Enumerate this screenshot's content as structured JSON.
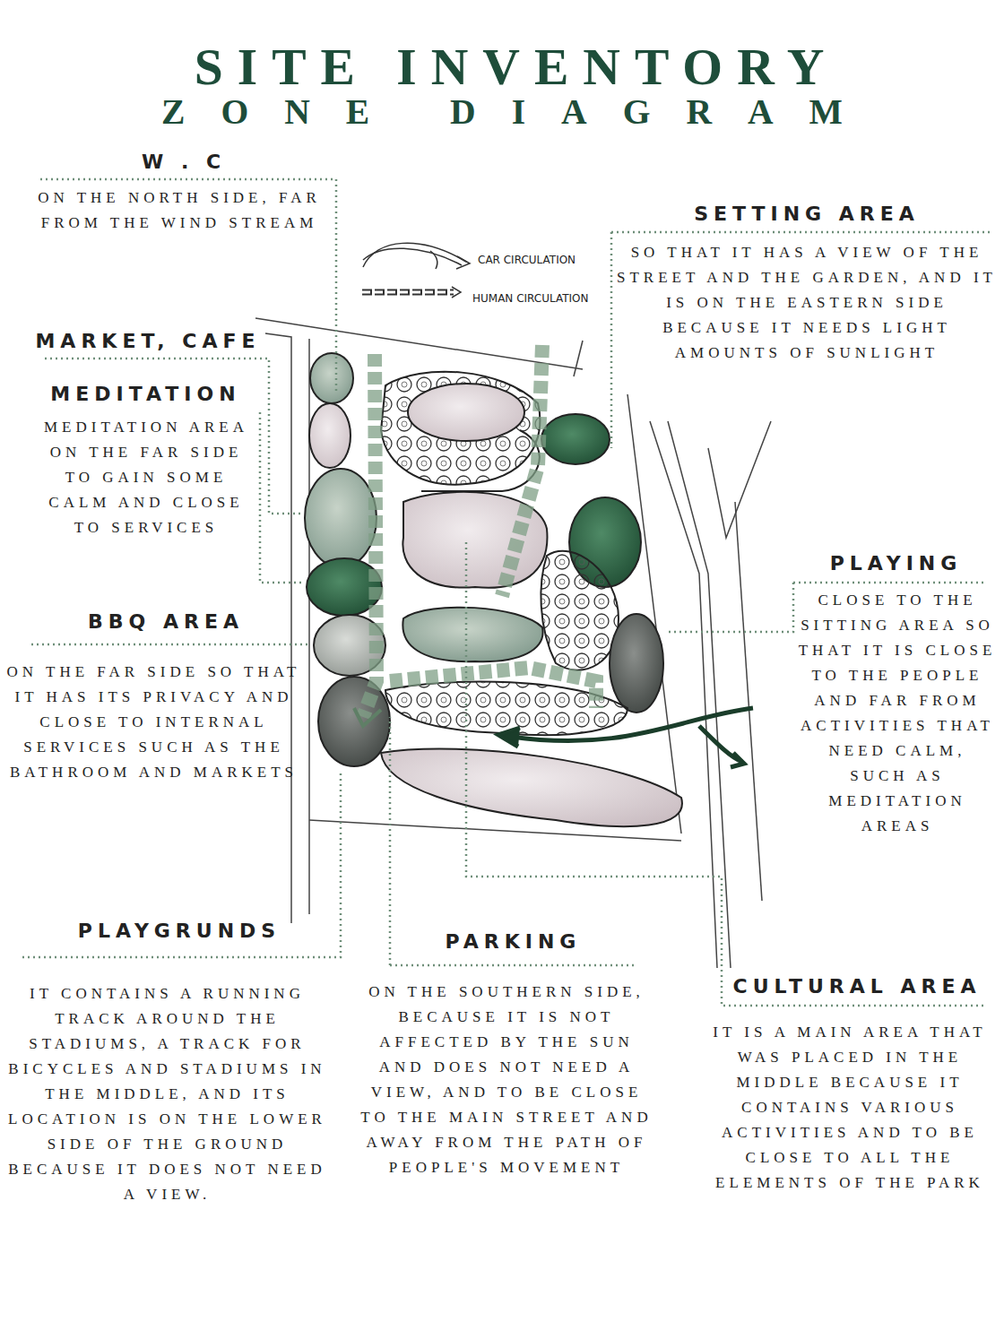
{
  "diagram": {
    "title": "SITE INVENTORY",
    "labels": [
      "ZONE DIAGRAM",
      "W . C",
      "ON THE NORTH SIDE, FAR FROM THE WIND STREAM",
      "SETTING AREA",
      "SO THAT IT HAS A VIEW OF THE STREET AND THE GARDEN, AND IT IS ON THE EASTERN SIDE BECAUSE IT NEEDS LIGHT AMOUNTS OF SUNLIGHT",
      "MARKET, CAFE",
      "MEDITATION",
      "MEDITATION AREA ON THE FAR SIDE TO GAIN SOME CALM AND CLOSE TO SERVICES",
      "BBQ AREA",
      "ON THE FAR SIDE SO THAT IT HAS ITS PRIVACY AND CLOSE TO INTERNAL SERVICES SUCH AS THE BATHROOM AND MARKETS",
      "PLAYING",
      "CLOSE TO THE SITTING AREA SO THAT IT IS CLOSE TO THE PEOPLE AND FAR FROM ACTIVITIES THAT NEED CALM, SUCH AS MEDITATION AREAS",
      "PLAYGRUNDS",
      "IT CONTAINS A RUNNING TRACK AROUND THE STADIUMS, A TRACK FOR BICYCLES AND STADIUMS IN THE MIDDLE, AND ITS LOCATION IS ON THE LOWER SIDE OF THE GROUND BECAUSE IT DOES NOT NEED A VIEW.",
      "PARKING",
      "ON THE SOUTHERN SIDE, BECAUSE IT IS NOT AFFECTED BY THE SUN AND DOES NOT NEED A VIEW, AND TO BE CLOSE TO THE MAIN STREET AND AWAY FROM THE PATH OF PEOPLE'S MOVEMENT",
      "CULTURAL AREA",
      "IT IS A MAIN AREA THAT WAS PLACED IN THE MIDDLE BECAUSE IT CONTAINS VARIOUS ACTIVITIES AND TO BE CLOSE TO ALL THE ELEMENTS OF THE PARK"
    ],
    "legend": [
      {
        "text": "CAR CIRCULATION"
      },
      {
        "text": "HUMAN CIRCULATION"
      }
    ]
  }
}
